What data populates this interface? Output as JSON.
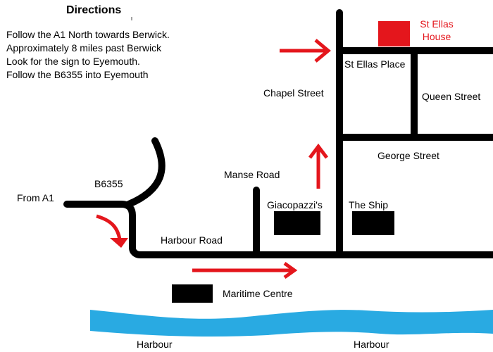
{
  "title": "Directions",
  "instructions": [
    "Follow the A1 North towards Berwick.",
    "Approximately 8 miles past Berwick",
    "Look for the sign to Eyemouth.",
    "Follow the B6355 into Eyemouth"
  ],
  "roads": {
    "b6355": "B6355",
    "from_a1": "From A1",
    "harbour_road": "Harbour Road",
    "manse_road": "Manse Road",
    "chapel_street": "Chapel Street",
    "george_street": "George Street",
    "queen_street": "Queen Street",
    "st_ellas_place": "St Ellas Place"
  },
  "landmarks": {
    "destination_line1": "St Ellas",
    "destination_line2": "House",
    "giacopazzis": "Giacopazzi's",
    "the_ship": "The Ship",
    "maritime_centre": "Maritime Centre"
  },
  "water": {
    "harbour_left": "Harbour",
    "harbour_right": "Harbour"
  },
  "colors": {
    "route_arrow": "#e4161c",
    "destination": "#e4161c",
    "water": "#29aae2",
    "road": "#000000",
    "text": "#000000"
  }
}
